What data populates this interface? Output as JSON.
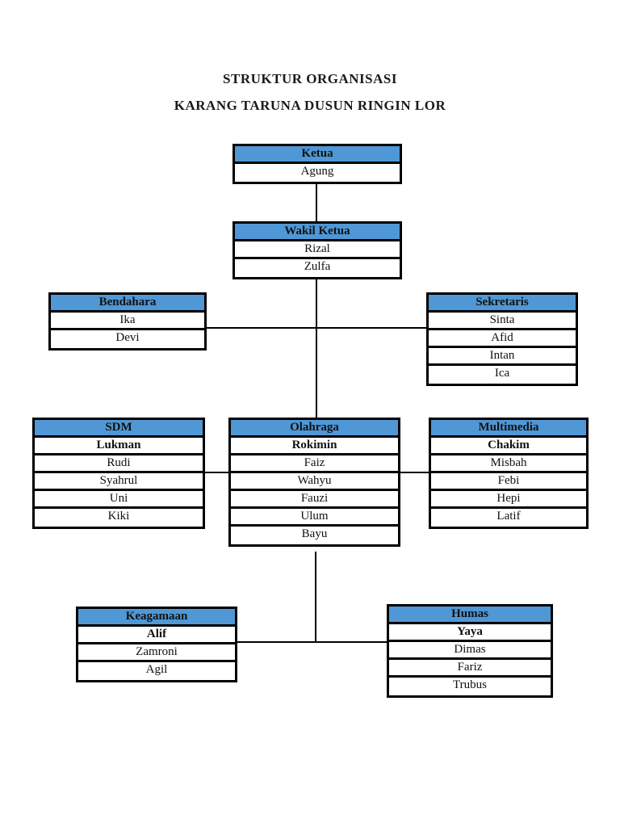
{
  "document": {
    "title_line1": "STRUKTUR ORGANISASI",
    "title_line2": "KARANG TARUNA DUSUN RINGIN LOR"
  },
  "colors": {
    "header_fill": "#4F97D5",
    "border": "#000000",
    "page_background": "#FFFFFF"
  },
  "nodes": {
    "ketua": {
      "title": "Ketua",
      "members": [
        "Agung"
      ]
    },
    "wakil_ketua": {
      "title": "Wakil Ketua",
      "members": [
        "Rizal",
        "Zulfa"
      ]
    },
    "bendahara": {
      "title": "Bendahara",
      "members": [
        "Ika",
        "Devi"
      ]
    },
    "sekretaris": {
      "title": "Sekretaris",
      "members": [
        "Sinta",
        "Afid",
        "Intan",
        "Ica"
      ]
    },
    "sdm": {
      "title": "SDM",
      "lead": "Lukman",
      "members": [
        "Rudi",
        "Syahrul",
        "Uni",
        "Kiki"
      ]
    },
    "olahraga": {
      "title": "Olahraga",
      "lead": "Rokimin",
      "members": [
        "Faiz",
        "Wahyu",
        "Fauzi",
        "Ulum",
        "Bayu"
      ]
    },
    "multimedia": {
      "title": "Multimedia",
      "lead": "Chakim",
      "members": [
        "Misbah",
        "Febi",
        "Hepi",
        "Latif"
      ]
    },
    "keagamaan": {
      "title": "Keagamaan",
      "lead": "Alif",
      "members": [
        "Zamroni",
        "Agil"
      ]
    },
    "humas": {
      "title": "Humas",
      "lead": "Yaya",
      "members": [
        "Dimas",
        "Fariz",
        "Trubus"
      ]
    }
  }
}
